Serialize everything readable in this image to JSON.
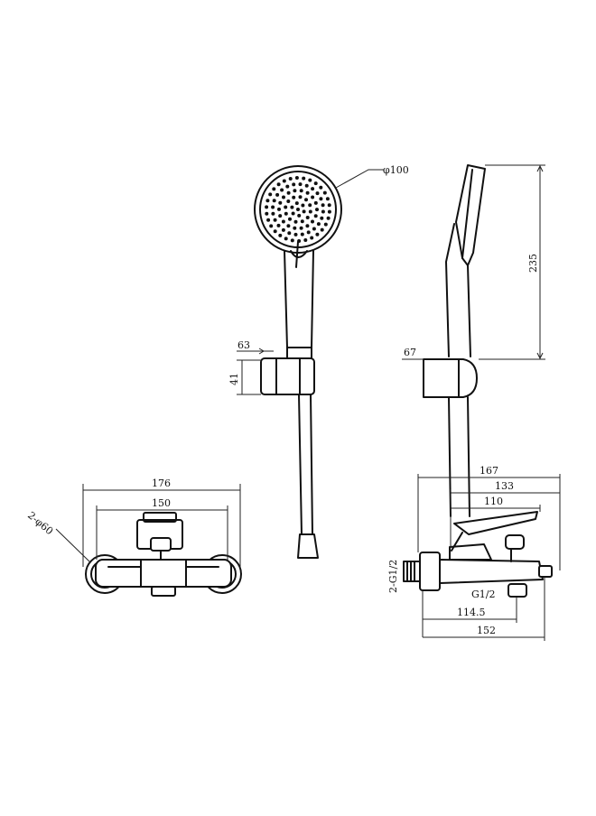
{
  "dims": {
    "head_diameter": "φ100",
    "holder_width": "63",
    "holder_height": "41",
    "side_holder_offset": "67",
    "height": "235",
    "width_total": "176",
    "centers": "150",
    "flange": "2-φ60",
    "depth": "167",
    "d133": "133",
    "d110": "110",
    "inlet": "2-G1/2",
    "outlet": "G1/2",
    "d114": "114.5",
    "d152": "152"
  }
}
